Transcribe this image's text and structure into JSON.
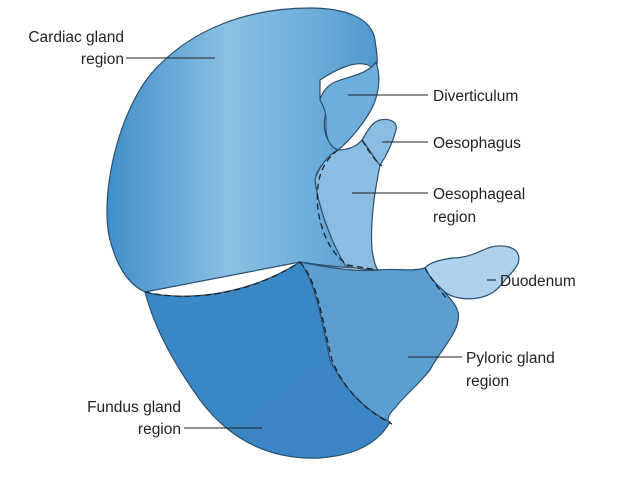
{
  "labels": {
    "cardiac_gland": [
      "Cardiac gland",
      "region"
    ],
    "diverticulum": "Diverticulum",
    "oesophagus": "Oesophagus",
    "oesophageal_region": [
      "Oesophageal",
      "region"
    ],
    "duodenum": "Duodenum",
    "pyloric_gland": [
      "Pyloric gland",
      "region"
    ],
    "fundus_gland": [
      "Fundus gland",
      "region"
    ]
  },
  "colors": {
    "stomach_base": "#3f8fcb",
    "stomach_light": "#8cc0e3",
    "fundus_region": "#3a88c6",
    "pyloric_region": "#5b9fd2",
    "oesophageal_region": "#8bbde2",
    "duodenum": "#aed2ee",
    "outline": "#2b4f6e"
  }
}
